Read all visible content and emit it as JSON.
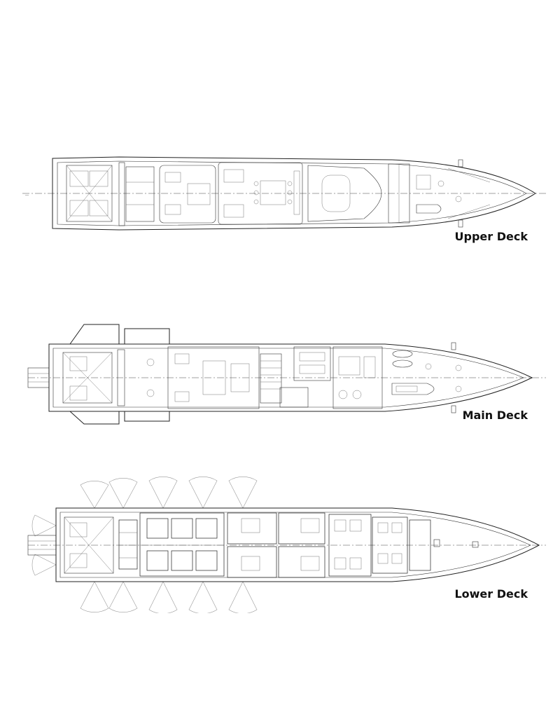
{
  "decks": [
    {
      "id": "upper",
      "label": "Upper Deck"
    },
    {
      "id": "main",
      "label": "Main Deck"
    },
    {
      "id": "lower",
      "label": "Lower Deck"
    }
  ],
  "colors": {
    "background": "#ffffff",
    "line": "#222222",
    "label": "#111111"
  }
}
